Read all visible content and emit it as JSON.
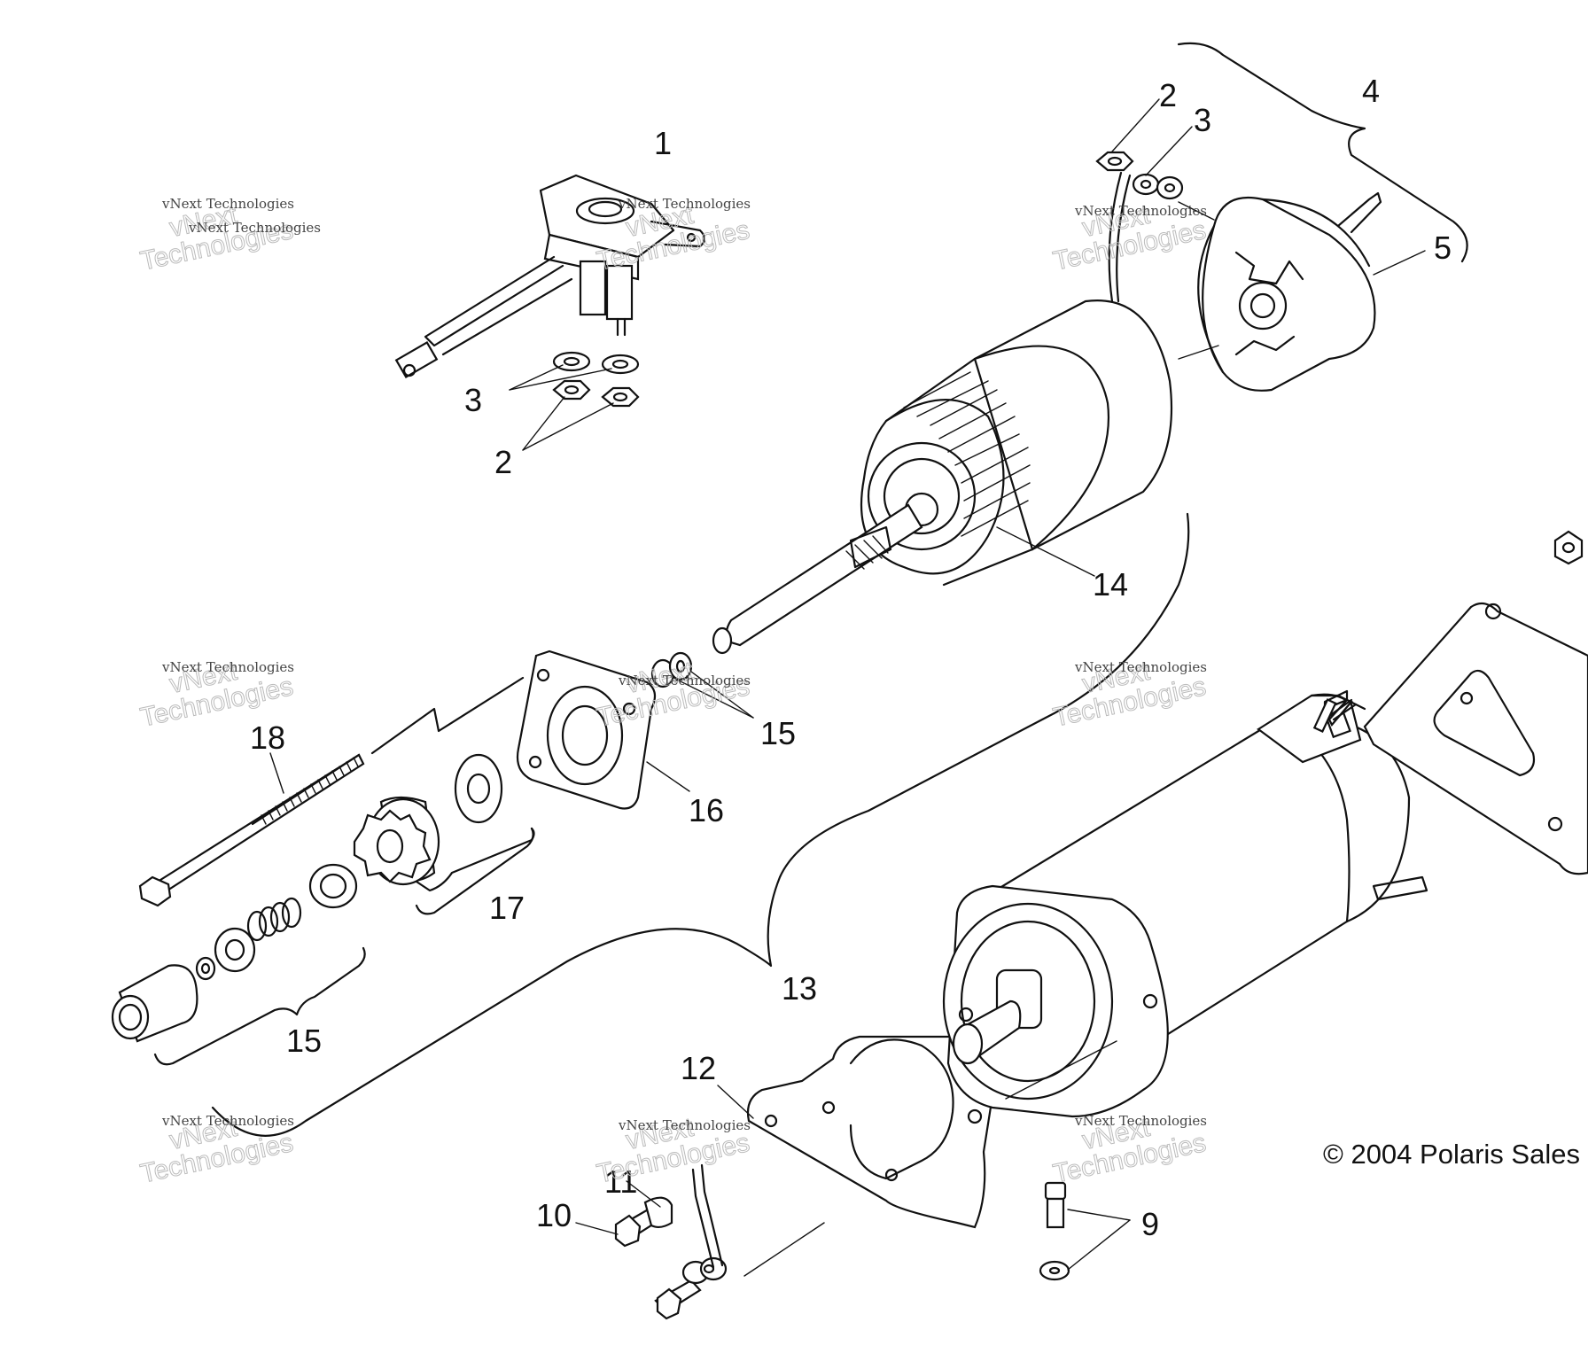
{
  "callouts": {
    "c1": "1",
    "c2a": "2",
    "c3a": "3",
    "c4": "4",
    "c5": "5",
    "c3b": "3",
    "c2b": "2",
    "c14": "14",
    "c18": "18",
    "c15a": "15",
    "c16": "16",
    "c17": "17",
    "c13": "13",
    "c15b": "15",
    "c12": "12",
    "c11": "11",
    "c10": "10",
    "c9": "9"
  },
  "copyright": "© 2004 Polaris Sales",
  "watermark": {
    "line_a": "vNext Technologies",
    "line_b": "vNext",
    "line_c": "Technologies"
  }
}
